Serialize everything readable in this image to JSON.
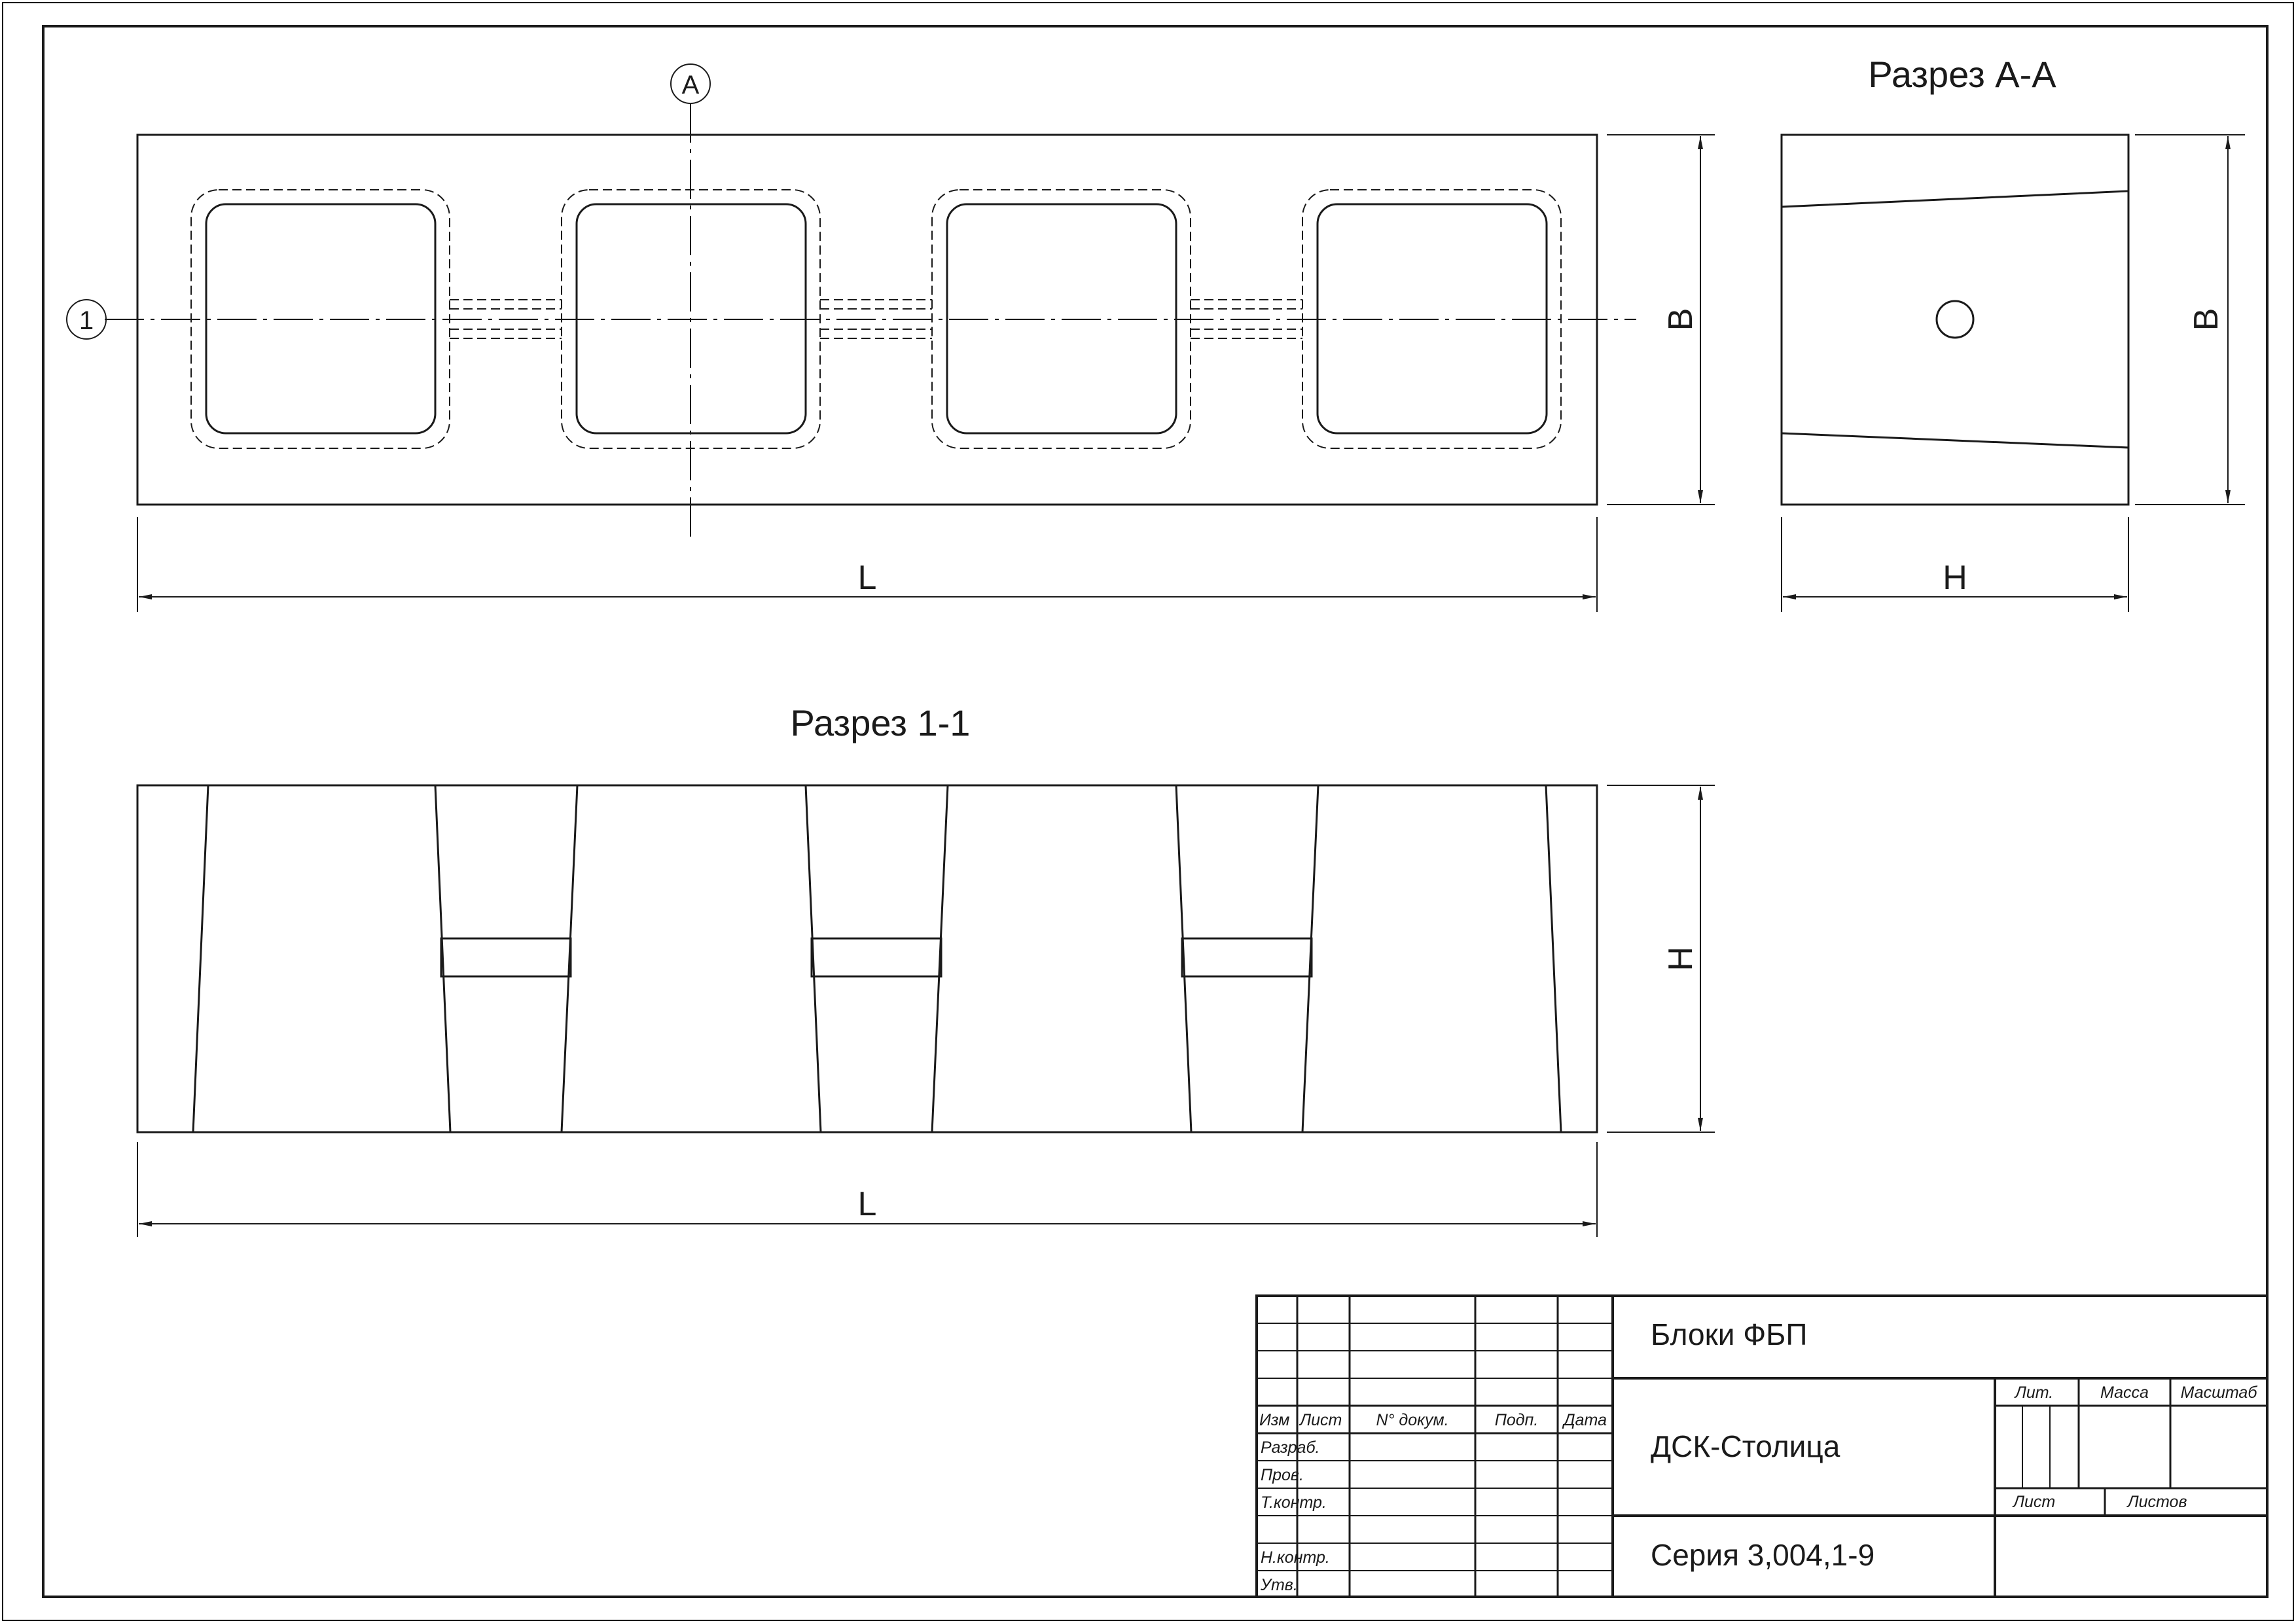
{
  "sections": {
    "section_aa_title": "Разрез А-А",
    "section_11_title": "Разрез 1-1"
  },
  "markers": {
    "axis_a": "А",
    "axis_1": "1"
  },
  "dimensions": {
    "length": "L",
    "width": "B",
    "height": "H"
  },
  "title_block": {
    "name": "Блоки ФБП",
    "company": "ДСК-Столица",
    "series": "Серия 3,004,1-9",
    "headers": {
      "izm": "Изм",
      "list": "Лист",
      "doc_no": "N° докум.",
      "sign": "Подп.",
      "date": "Дата",
      "lit": "Лит.",
      "mass": "Масса",
      "scale": "Масштаб",
      "sheet": "Лист",
      "sheets": "Листов"
    },
    "roles": {
      "developed": "Разраб.",
      "checked": "Пров.",
      "t_control": "Т.контр.",
      "n_control": "Н.контр.",
      "approved": "Утв."
    }
  },
  "colors": {
    "line": "#1a1a1a",
    "background": "#ffffff"
  }
}
